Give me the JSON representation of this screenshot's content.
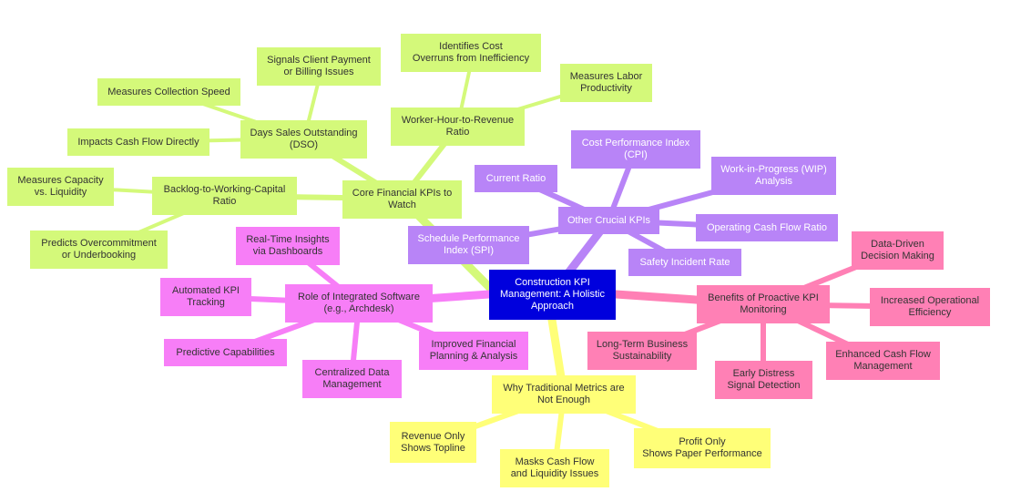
{
  "colors": {
    "root": "#0000dd",
    "root_text": "#ffffff",
    "green": "#d4f97a",
    "green_edge": "#d4f97a",
    "purple": "#b884f7",
    "purple_edge": "#b884f7",
    "purple_text": "#ffffff",
    "pink": "#ff80b5",
    "pink_edge": "#ff80b5",
    "magenta": "#f77ef7",
    "magenta_edge": "#f77ef7",
    "yellow": "#ffff78",
    "yellow_edge": "#ffff78"
  },
  "nodes": {
    "root": "Construction KPI\nManagement: A Holistic\nApproach",
    "core_financial": "Core Financial KPIs to\nWatch",
    "dso": "Days Sales Outstanding\n(DSO)",
    "signals_client": "Signals Client Payment\nor Billing Issues",
    "measures_collection": "Measures Collection Speed",
    "impacts_cash": "Impacts Cash Flow Directly",
    "backlog": "Backlog-to-Working-Capital\nRatio",
    "measures_capacity": "Measures Capacity\nvs. Liquidity",
    "predicts_over": "Predicts Overcommitment\nor Underbooking",
    "worker_hour": "Worker-Hour-to-Revenue\nRatio",
    "identifies_cost": "Identifies Cost\nOverruns from Inefficiency",
    "labor_prod": "Measures Labor\nProductivity",
    "other_kpis": "Other Crucial KPIs",
    "current_ratio": "Current Ratio",
    "cpi": "Cost Performance Index\n(CPI)",
    "wip": "Work-in-Progress (WIP)\nAnalysis",
    "ocf": "Operating Cash Flow Ratio",
    "safety": "Safety Incident Rate",
    "spi": "Schedule Performance\nIndex (SPI)",
    "benefits": "Benefits of Proactive KPI\nMonitoring",
    "data_driven": "Data-Driven\nDecision Making",
    "efficiency": "Increased Operational\nEfficiency",
    "cash_mgmt": "Enhanced Cash Flow\nManagement",
    "early_distress": "Early Distress\nSignal Detection",
    "long_term": "Long-Term Business\nSustainability",
    "software": "Role of Integrated Software\n(e.g., Archdesk)",
    "realtime": "Real-Time Insights\nvia Dashboards",
    "auto_tracking": "Automated KPI\nTracking",
    "predictive": "Predictive Capabilities",
    "centralized": "Centralized Data\nManagement",
    "improved_fin": "Improved Financial\nPlanning & Analysis",
    "traditional": "Why Traditional Metrics are\nNot Enough",
    "revenue_only": "Revenue Only\nShows Topline",
    "masks_cash": "Masks Cash Flow\nand Liquidity Issues",
    "profit_only": "Profit Only\nShows Paper Performance"
  }
}
